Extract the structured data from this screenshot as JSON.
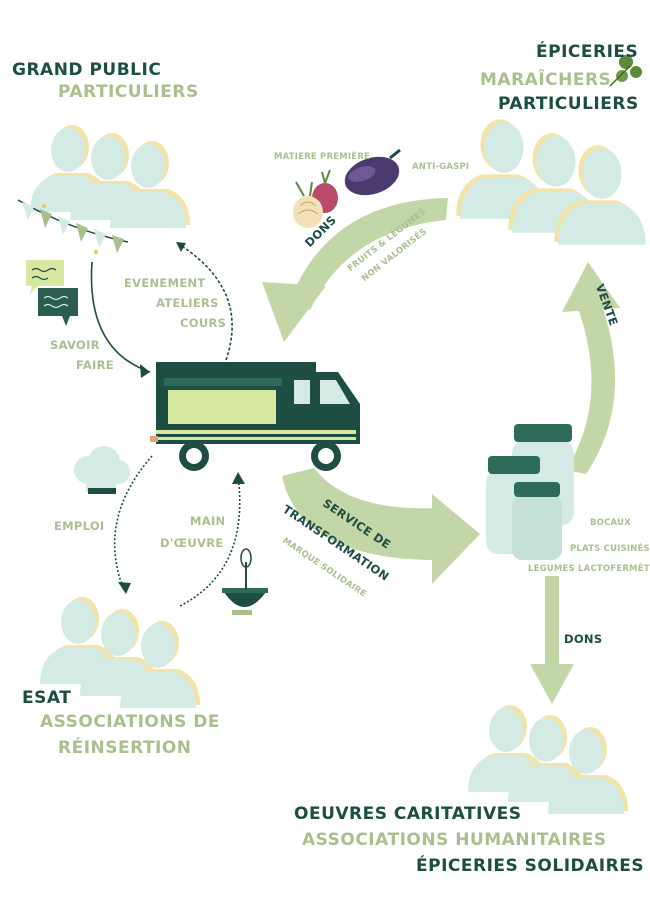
{
  "groups": {
    "grand_public": {
      "line1": "GRAND PUBLIC",
      "line2": "PARTICULIERS"
    },
    "vendors": {
      "line1": "ÉPICERIES",
      "line2": "MARAÎCHERS",
      "line3": "PARTICULIERS"
    },
    "esat": {
      "line1": "ESAT",
      "line2": "ASSOCIATIONS DE",
      "line3": "RÉINSERTION"
    },
    "charities": {
      "line1": "OEUVRES CARITATIVES",
      "line2": "ASSOCIATIONS HUMANITAIRES",
      "line3": "ÉPICERIES SOLIDAIRES"
    }
  },
  "flows": {
    "dons_top": "DONS",
    "matiere_premiere": "MATIERE PREMIÈRE",
    "anti_gaspi": "ANTI-GASPI",
    "fruits_legumes": "FRUITS & LÉGUMES",
    "non_valorises": "NON VALORISÉS",
    "evenement": "EVENEMENT",
    "ateliers": "ATELIERS",
    "cours": "COURS",
    "savoir": "SAVOIR",
    "faire": "FAIRE",
    "emploi": "EMPLOI",
    "main": "MAIN",
    "oeuvre": "D'ŒUVRE",
    "service_de": "SERVICE DE",
    "transformation": "TRANSFORMATION",
    "marque_solidaire": "MARQUE SOLIDAIRE",
    "vente": "VENTE",
    "bocaux": "BOCAUX",
    "plats_cuisines": "PLATS CUISINÉS",
    "legumes_lacto": "LEGUMES LACTOFERMÉTÉS",
    "dons_bottom": "DONS"
  },
  "colors": {
    "dark_green": "#1d4d43",
    "sage": "#a9bf8f",
    "mint": "#d4ebe5",
    "arrow_green": "#c3d6a8",
    "pale_yellow": "#f2e3a8"
  },
  "icons": [
    "people-icon",
    "food-truck-icon",
    "jars-icon",
    "vegetables-icon",
    "speech-bubbles-icon",
    "chef-hat-icon",
    "mixing-bowl-icon",
    "bunting-icon",
    "herb-icon"
  ]
}
